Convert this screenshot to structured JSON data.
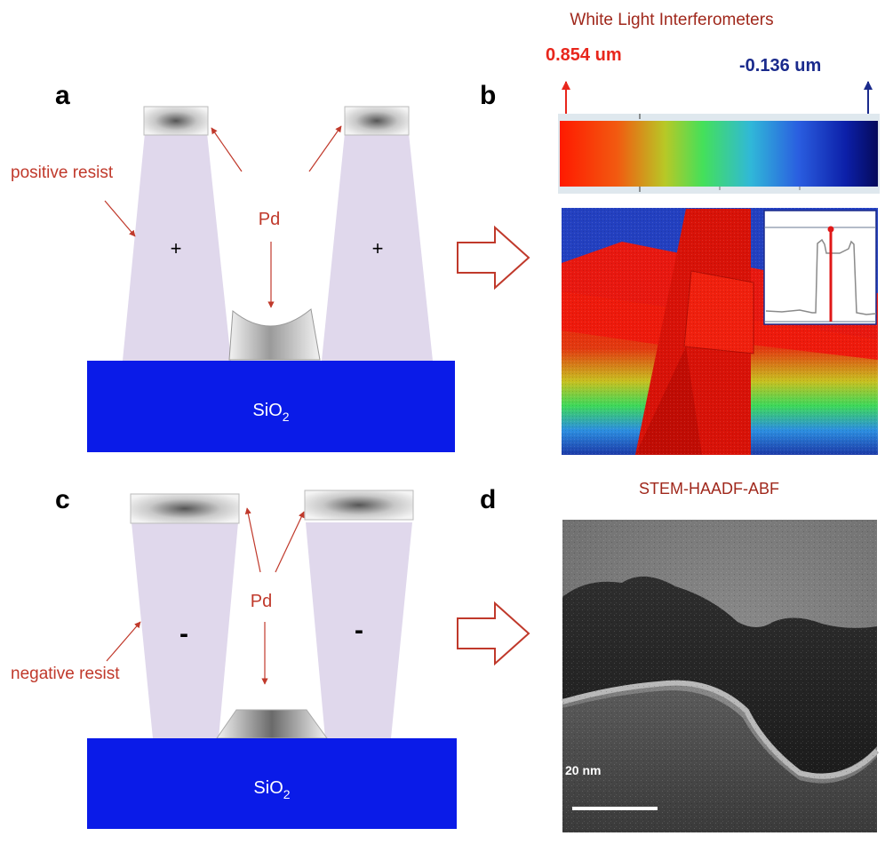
{
  "panels": {
    "a": {
      "letter": "a",
      "resist_label": "positive resist",
      "metal_label": "Pd",
      "left_sign": "+",
      "right_sign": "+",
      "substrate_base": "SiO",
      "substrate_sub": "2"
    },
    "b": {
      "letter": "b",
      "title": "White Light Interferometers",
      "max_value": "0.854 um",
      "min_value": "-0.136 um"
    },
    "c": {
      "letter": "c",
      "resist_label": "negative resist",
      "metal_label": "Pd",
      "left_sign": "-",
      "right_sign": "-",
      "substrate_base": "SiO",
      "substrate_sub": "2"
    },
    "d": {
      "letter": "d",
      "title": "STEM-HAADF-ABF",
      "scale_bar": "20 nm"
    }
  },
  "colors": {
    "annotation_red": "#c0392b",
    "title_red": "#a0281c",
    "max_red": "#e8261c",
    "min_blue": "#1a2a8c",
    "substrate_blue": "#0a1be8",
    "resist_lilac": "#e0d8ec"
  },
  "icons": [
    "right-arrow-icon"
  ]
}
